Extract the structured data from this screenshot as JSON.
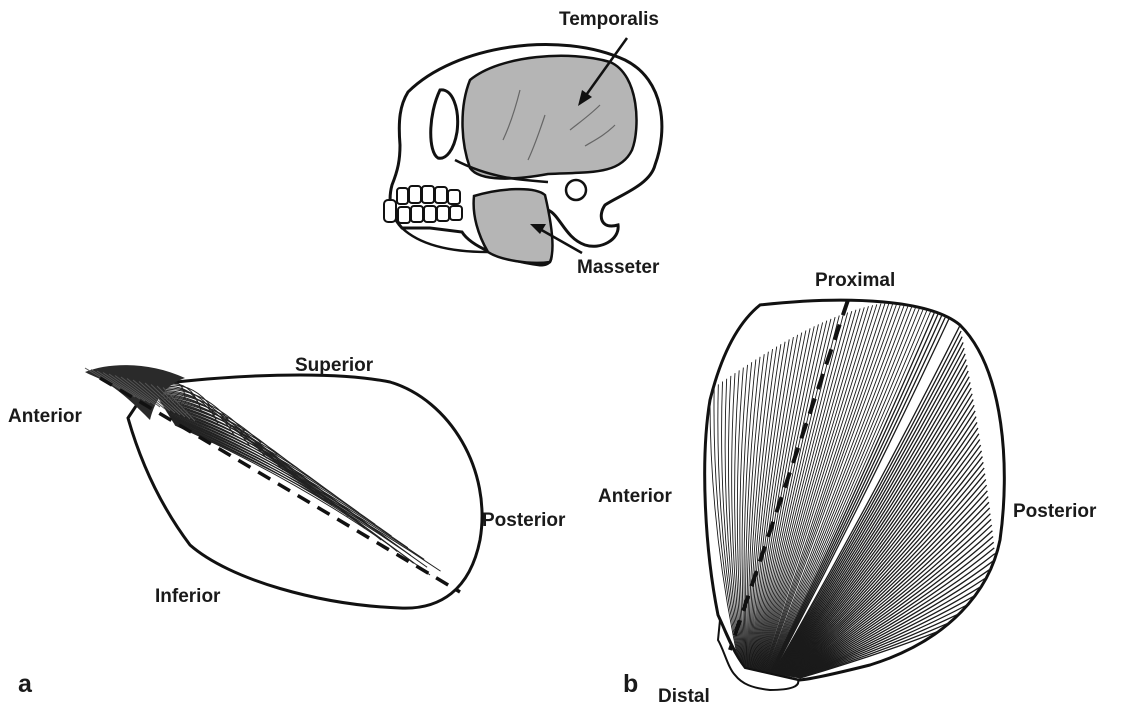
{
  "skull": {
    "labels": {
      "temporalis": "Temporalis",
      "masseter": "Masseter"
    },
    "colors": {
      "muscle_fill": "#b5b5b5",
      "outline": "#111111"
    }
  },
  "panel_a": {
    "letter": "a",
    "labels": {
      "superior": "Superior",
      "anterior": "Anterior",
      "posterior": "Posterior",
      "inferior": "Inferior"
    }
  },
  "panel_b": {
    "letter": "b",
    "labels": {
      "proximal": "Proximal",
      "anterior": "Anterior",
      "posterior": "Posterior",
      "distal": "Distal"
    }
  }
}
